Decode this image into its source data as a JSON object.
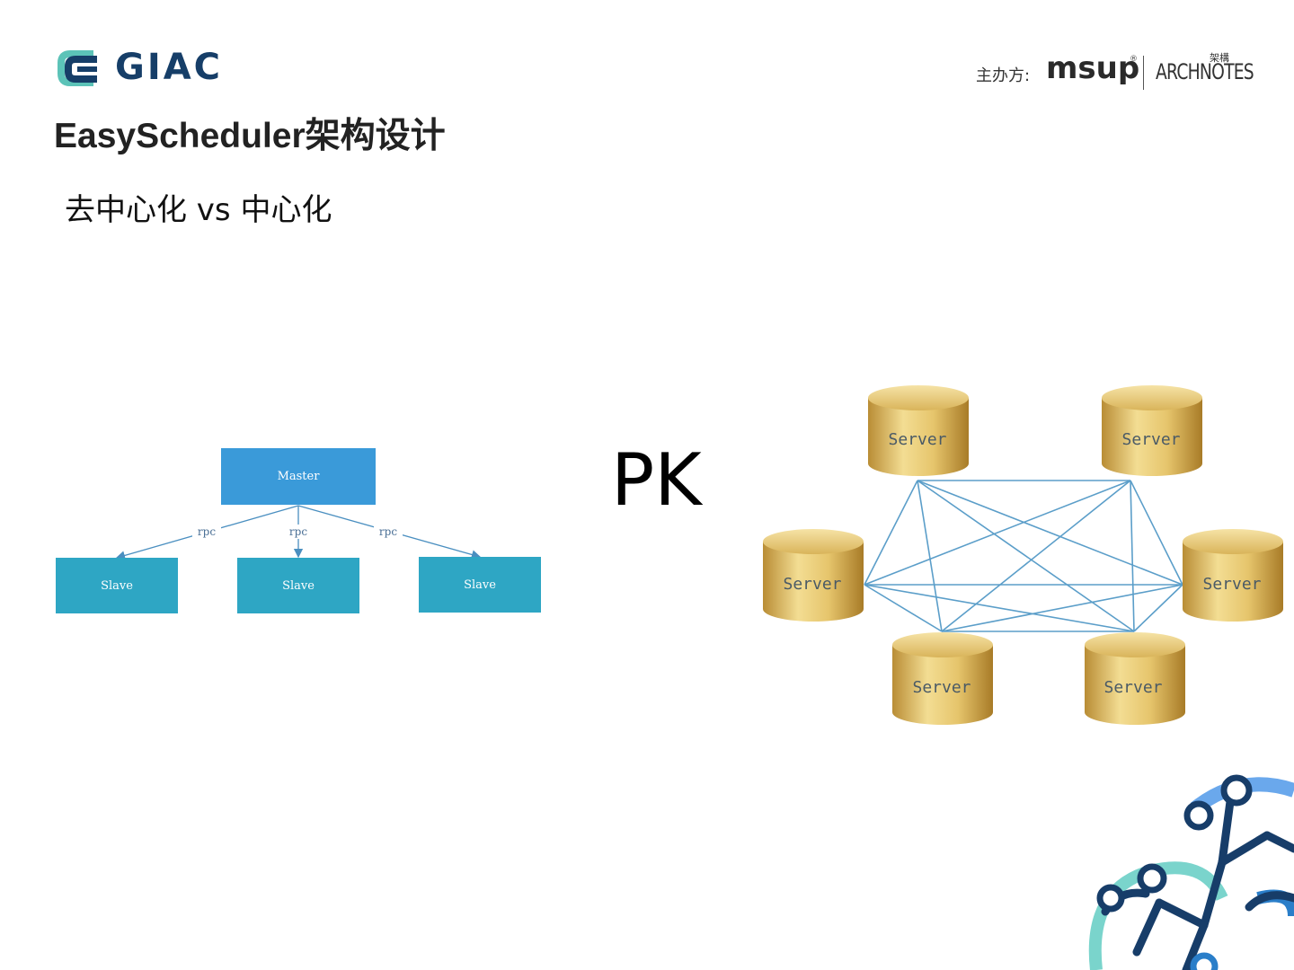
{
  "header": {
    "logo_text": "GIAC",
    "organizer_label": "主办方:",
    "organizer_msup": "msup",
    "organizer_reg": "®",
    "organizer_archnotes": "ARCHNOTES",
    "organizer_archnotes_cn": "架構"
  },
  "slide": {
    "title": "EasyScheduler架构设计",
    "subtitle": "去中心化 vs 中心化",
    "pk": "PK"
  },
  "centralized": {
    "master": "Master",
    "edge_label": "rpc",
    "slaves": [
      "Slave",
      "Slave",
      "Slave"
    ]
  },
  "decentralized": {
    "server_label": "Server",
    "servers": [
      "Server",
      "Server",
      "Server",
      "Server",
      "Server",
      "Server"
    ]
  },
  "colors": {
    "title": "#222222",
    "master_box": "#3a9ad9",
    "slave_box": "#2ea6c4",
    "rpc_line": "#4a8fc0",
    "mesh_line": "#5b9ec9",
    "server_gold": "#e2c068",
    "logo_navy": "#163e68",
    "decor_teal": "#6fd0c8",
    "decor_blue": "#5b9be8"
  }
}
